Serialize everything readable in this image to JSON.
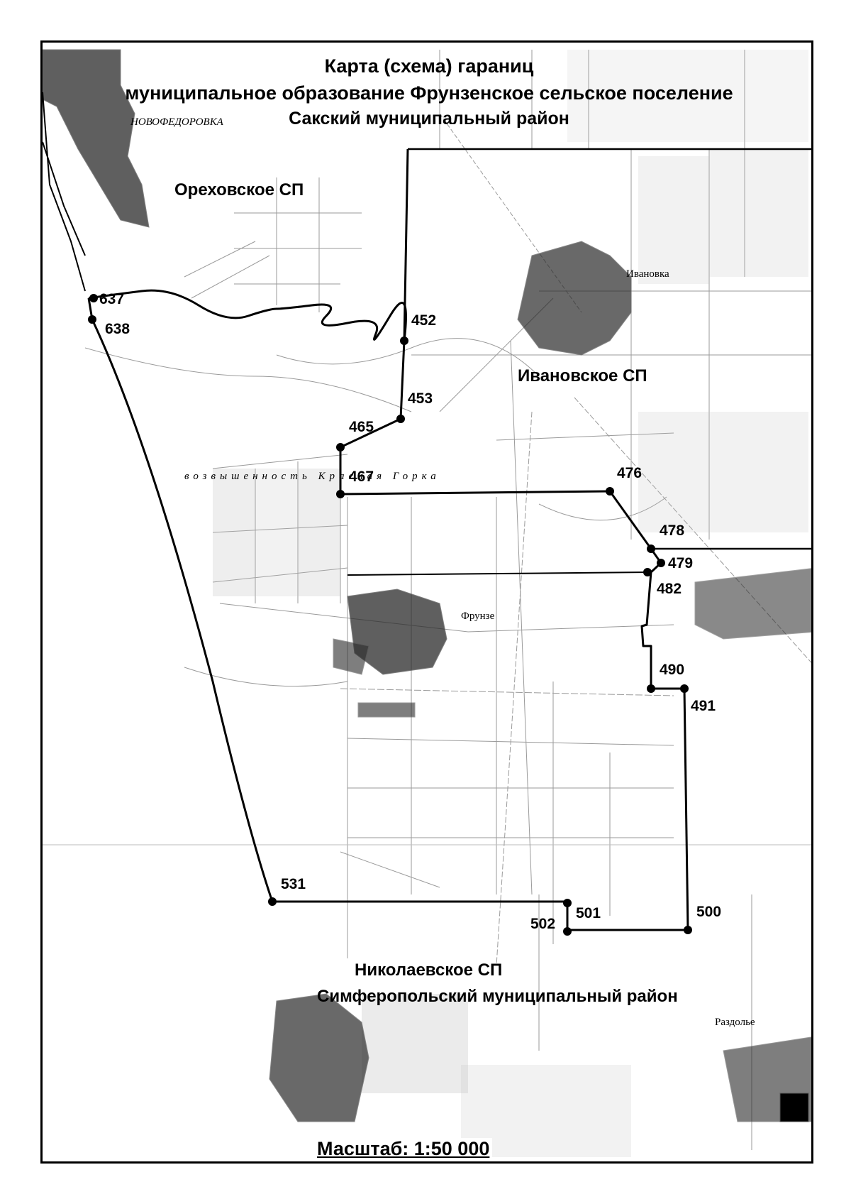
{
  "title": {
    "line1": "Карта (схема) гараниц",
    "line2": "муниципальное образование Фрунзенское сельское поселение",
    "line3": "Сакский муниципальный район"
  },
  "regions": {
    "orekhovskoe": "Ореховское СП",
    "ivanovskoe": "Ивановское СП",
    "nikolaevskoe": "Николаевское СП",
    "simferopolsky": "Симферопольский муниципальный район"
  },
  "settlements": {
    "novofedorovka": "НОВОФЕДОРОВКА",
    "ivanovka": "Ивановка",
    "frunze": "Фрунзе",
    "razdolye": "Раздолье"
  },
  "ridge_label": "возвышенность Красная Горка",
  "boundary_points": [
    "637",
    "638",
    "452",
    "453",
    "465",
    "467",
    "476",
    "478",
    "479",
    "482",
    "490",
    "491",
    "500",
    "501",
    "502",
    "531"
  ],
  "scale": "Масштаб: 1:50 000",
  "colors": {
    "boundary": "#000000",
    "background": "#ffffff",
    "base_map": "#9a9a9a"
  }
}
